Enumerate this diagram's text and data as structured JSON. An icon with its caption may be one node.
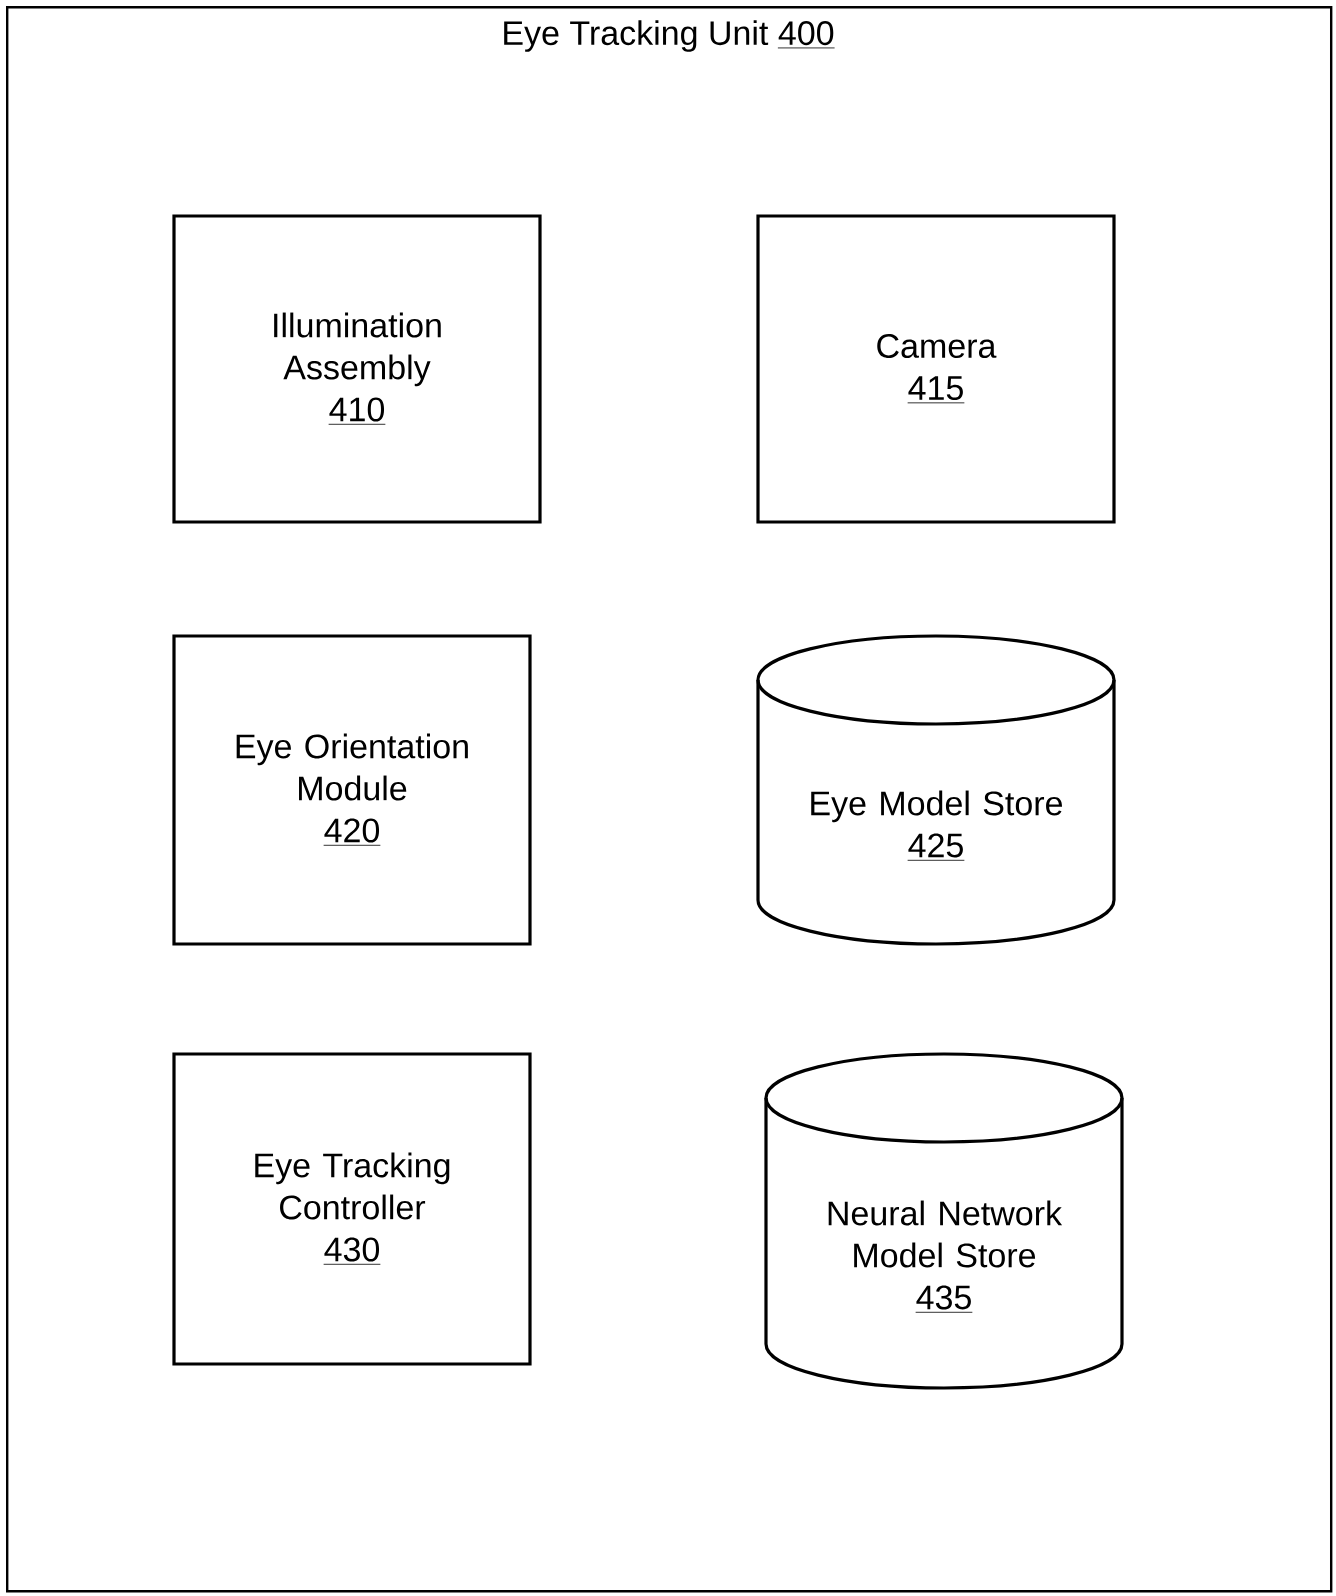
{
  "diagram": {
    "nodes": [
      {
        "text": [
          "Eye Tracking Unit",
          "400"
        ]
      },
      {
        "text": [
          "Illumination Assembly",
          "410"
        ],
        "in": 0
      },
      {
        "text": [
          "Camera",
          "415"
        ],
        "in": 0
      },
      {
        "text": [
          "Eye Orientation Module",
          "420"
        ],
        "in": 0
      },
      {
        "text": [
          "Eye Model Store",
          "425"
        ],
        "in": 0
      },
      {
        "text": [
          "Eye Tracking Controller",
          "430"
        ],
        "in": 0
      },
      {
        "text": [
          "Neural Network Model Store",
          "435"
        ],
        "in": 0
      }
    ]
  }
}
